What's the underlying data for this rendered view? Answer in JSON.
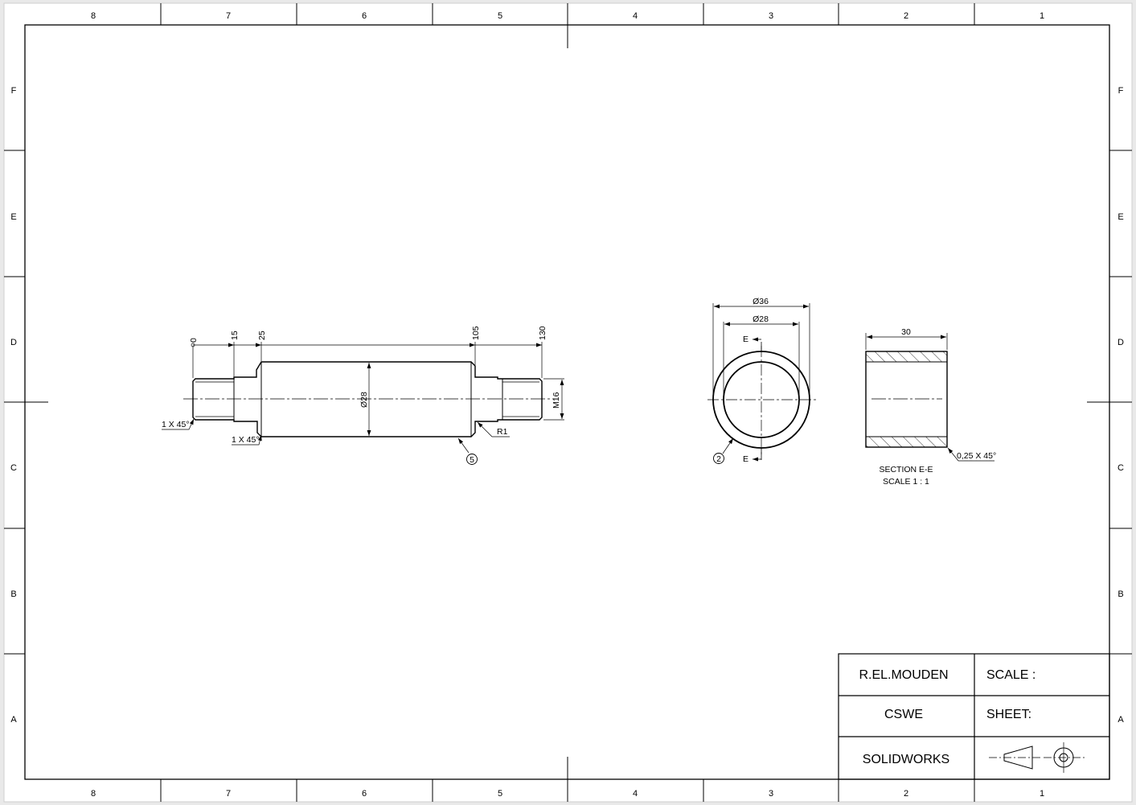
{
  "border": {
    "columns": [
      "8",
      "7",
      "6",
      "5",
      "4",
      "3",
      "2",
      "1"
    ],
    "rows": [
      "F",
      "E",
      "D",
      "C",
      "B",
      "A"
    ]
  },
  "shaft": {
    "ord": [
      "0",
      "15",
      "25",
      "105",
      "130"
    ],
    "dia": "Ø28",
    "thread": "M16",
    "chamfer_left": "1 X 45°",
    "chamfer_step": "1 X 45°",
    "radius": "R1",
    "balloon": "5"
  },
  "ring_front": {
    "outer": "Ø36",
    "inner": "Ø28",
    "cut": "E",
    "balloon": "2"
  },
  "ring_section": {
    "width": "30",
    "chamfer": "0,25 X 45°",
    "title": "SECTION E-E",
    "scale": "SCALE 1 : 1"
  },
  "title_block": {
    "author": "R.EL.MOUDEN",
    "scale_label": "SCALE :",
    "cert": "CSWE",
    "sheet_label": "SHEET:",
    "software": "SOLIDWORKS",
    "projection_icon": "first-angle-projection-icon"
  }
}
